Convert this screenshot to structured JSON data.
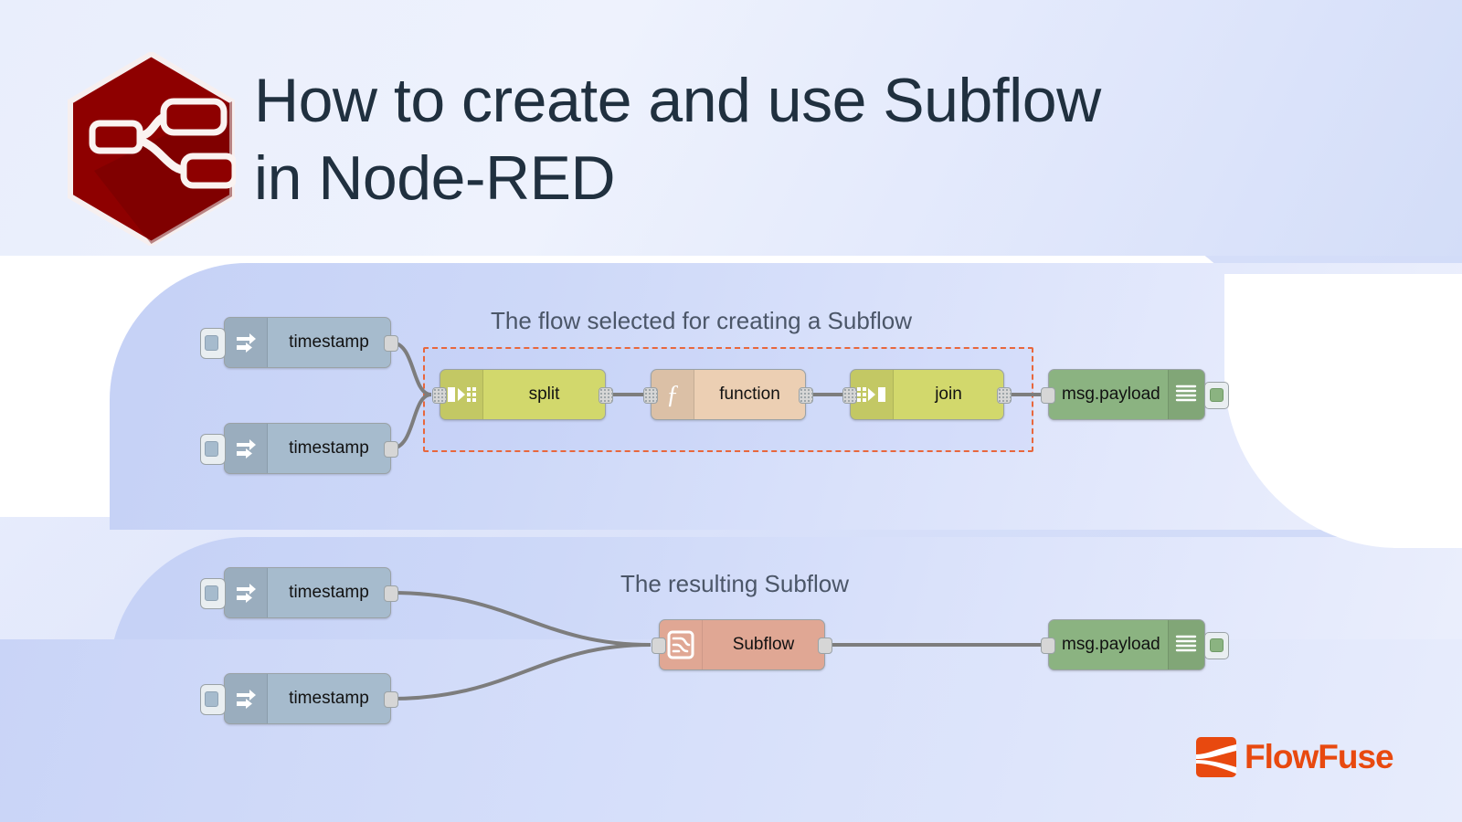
{
  "header": {
    "title_line1": "How to create and use Subflow",
    "title_line2": "in Node-RED",
    "logo_name": "node-red-hexagon-logo",
    "title_color": "#20303f"
  },
  "brand": {
    "name": "FlowFuse",
    "color": "#e8490f"
  },
  "flow_top": {
    "annotation": "The flow selected for creating a Subflow",
    "selection_border_color": "#e8673c",
    "nodes": [
      {
        "id": "inject1",
        "label": "timestamp",
        "type": "inject",
        "color": "#a6bbcd",
        "icon": "inject-arrow-icon"
      },
      {
        "id": "inject2",
        "label": "timestamp",
        "type": "inject",
        "color": "#a6bbcd",
        "icon": "inject-arrow-icon"
      },
      {
        "id": "split",
        "label": "split",
        "type": "split",
        "color": "#d2d86c",
        "icon": "split-icon"
      },
      {
        "id": "function",
        "label": "function",
        "type": "function",
        "color": "#eccfb3",
        "icon": "function-f-icon"
      },
      {
        "id": "join",
        "label": "join",
        "type": "join",
        "color": "#d2d86c",
        "icon": "join-icon"
      },
      {
        "id": "debug",
        "label": "msg.payload",
        "type": "debug",
        "color": "#8bb381",
        "icon": "debug-lines-icon"
      }
    ]
  },
  "flow_bottom": {
    "annotation": "The resulting Subflow",
    "nodes": [
      {
        "id": "inject3",
        "label": "timestamp",
        "type": "inject",
        "color": "#a6bbcd",
        "icon": "inject-arrow-icon"
      },
      {
        "id": "inject4",
        "label": "timestamp",
        "type": "inject",
        "color": "#a6bbcd",
        "icon": "inject-arrow-icon"
      },
      {
        "id": "subflow",
        "label": "Subflow",
        "type": "subflow",
        "color": "#e0a794",
        "icon": "subflow-icon"
      },
      {
        "id": "debug2",
        "label": "msg.payload",
        "type": "debug",
        "color": "#8bb381",
        "icon": "debug-lines-icon"
      }
    ]
  },
  "theme": {
    "background_from": "#eef2fd",
    "background_to": "#ccd7f7",
    "wire_color": "#7d7d7d"
  }
}
